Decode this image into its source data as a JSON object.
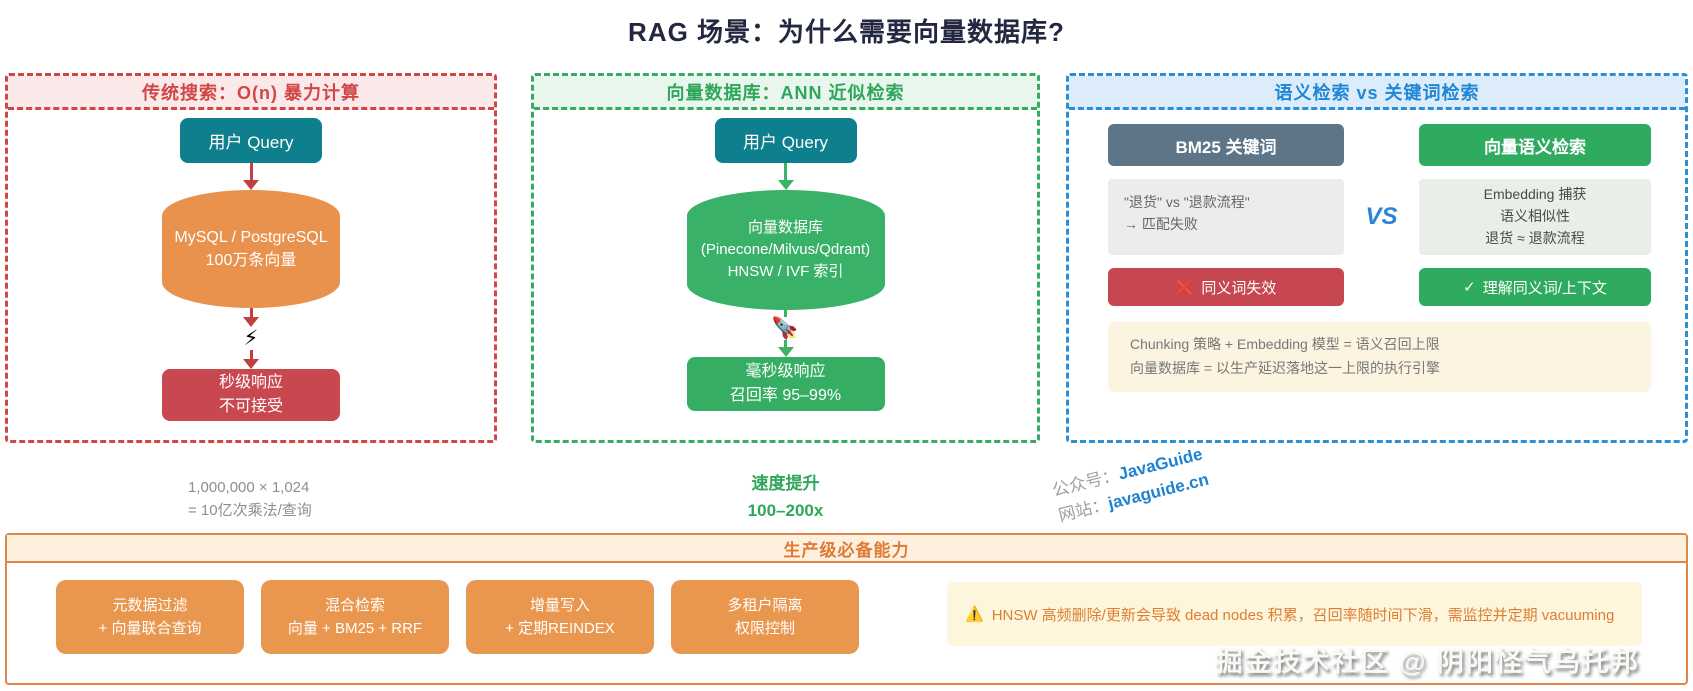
{
  "title": "RAG 场景：为什么需要向量数据库?",
  "colors": {
    "red": "#d14747",
    "green": "#35ac5f",
    "blue": "#2a8fd6",
    "orange": "#df8749",
    "teal": "#0e7f8d"
  },
  "panels": {
    "traditional": {
      "header": "传统搜索：O(n) 暴力计算",
      "query_box": "用户 Query",
      "db_line1": "MySQL / PostgreSQL",
      "db_line2": "100万条向量",
      "lightning_icon": "⚡",
      "result_line1": "秒级响应",
      "result_line2": "不可接受",
      "caption_line1": "1,000,000 × 1,024",
      "caption_line2": "= 10亿次乘法/查询"
    },
    "vector": {
      "header": "向量数据库：ANN 近似检索",
      "query_box": "用户 Query",
      "db_line1": "向量数据库",
      "db_line2": "(Pinecone/Milvus/Qdrant)",
      "db_line3": "HNSW / IVF 索引",
      "rocket_icon": "🚀",
      "result_line1": "毫秒级响应",
      "result_line2": "召回率 95–99%",
      "caption_line1": "速度提升",
      "caption_line2": "100–200x"
    },
    "comparison": {
      "header": "语义检索 vs 关键词检索",
      "vs_label": "VS",
      "left": {
        "title": "BM25 关键词",
        "detail_line1": "\"退货\" vs \"退款流程\"",
        "detail_line2": "→ 匹配失败",
        "verdict_icon": "❌",
        "verdict_text": "同义词失效"
      },
      "right": {
        "title": "向量语义检索",
        "detail_line1": "Embedding 捕获",
        "detail_line2": "语义相似性",
        "detail_line3": "退货 ≈ 退款流程",
        "verdict_icon": "✓",
        "verdict_text": "理解同义词/上下文"
      },
      "note_line1": "Chunking 策略 + Embedding 模型 = 语义召回上限",
      "note_line2": "向量数据库 = 以生产延迟落地这一上限的执行引擎"
    }
  },
  "watermark": {
    "line1_label": "公众号：",
    "line1_value": "JavaGuide",
    "line2_label": "网站：",
    "line2_value": "javaguide.cn"
  },
  "bottom": {
    "header": "生产级必备能力",
    "capabilities": [
      {
        "line1": "元数据过滤",
        "line2": "+ 向量联合查询"
      },
      {
        "line1": "混合检索",
        "line2": "向量 + BM25 + RRF"
      },
      {
        "line1": "增量写入",
        "line2": "+ 定期REINDEX"
      },
      {
        "line1": "多租户隔离",
        "line2": "权限控制"
      }
    ],
    "warning_icon": "⚠️",
    "warning_text": "HNSW 高频删除/更新会导致 dead nodes 积累，召回率随时间下滑，需监控并定期 vacuuming",
    "credit": "掘金技术社区 @ 阴阳怪气乌托邦"
  }
}
